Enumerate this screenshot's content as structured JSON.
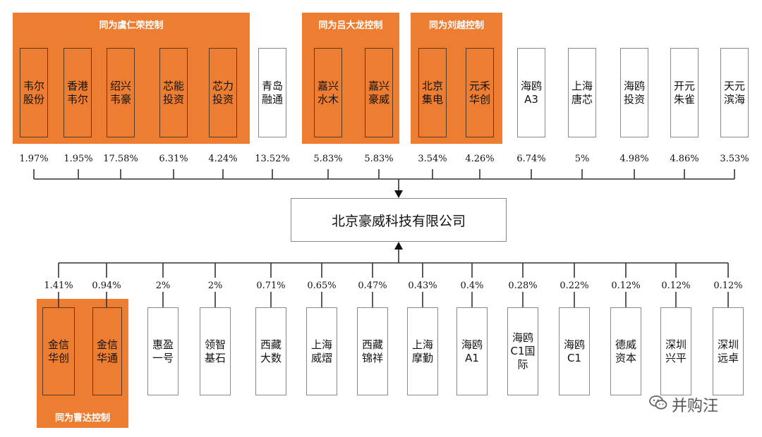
{
  "top_groups": [
    {
      "title": "同为虞仁荣控制"
    },
    {
      "title": "同为吕大龙控制"
    },
    {
      "title": "同为刘越控制"
    }
  ],
  "bottom_group": {
    "title": "同为曹达控制"
  },
  "center": {
    "name": "北京豪威科技有限公司"
  },
  "top_shareholders": [
    {
      "name": "韦尔股份",
      "pct": "1.97%",
      "group": 0
    },
    {
      "name": "香港韦尔",
      "pct": "1.95%",
      "group": 0
    },
    {
      "name": "绍兴韦豪",
      "pct": "17.58%",
      "group": 0
    },
    {
      "name": "芯能投资",
      "pct": "6.31%",
      "group": 0
    },
    {
      "name": "芯力投资",
      "pct": "4.24%",
      "group": 0
    },
    {
      "name": "青岛融通",
      "pct": "13.52%",
      "group": null
    },
    {
      "name": "嘉兴水木",
      "pct": "5.83%",
      "group": 1
    },
    {
      "name": "嘉兴豪威",
      "pct": "5.83%",
      "group": 1
    },
    {
      "name": "北京集电",
      "pct": "3.54%",
      "group": 2
    },
    {
      "name": "元禾华创",
      "pct": "4.26%",
      "group": 2
    },
    {
      "name": "海鸥A3",
      "pct": "6.74%",
      "group": null
    },
    {
      "name": "上海唐芯",
      "pct": "5%",
      "group": null
    },
    {
      "name": "海鸥投资",
      "pct": "4.98%",
      "group": null
    },
    {
      "name": "开元朱雀",
      "pct": "4.86%",
      "group": null
    },
    {
      "name": "天元滨海",
      "pct": "3.53%",
      "group": null
    }
  ],
  "bottom_shareholders": [
    {
      "name": "金信华创",
      "pct": "1.41%",
      "group": 0
    },
    {
      "name": "金信华通",
      "pct": "0.94%",
      "group": 0
    },
    {
      "name": "惠盈一号",
      "pct": "2%",
      "group": null
    },
    {
      "name": "领智基石",
      "pct": "2%",
      "group": null
    },
    {
      "name": "西藏大数",
      "pct": "0.71%",
      "group": null
    },
    {
      "name": "上海威熠",
      "pct": "0.65%",
      "group": null
    },
    {
      "name": "西藏锦祥",
      "pct": "0.47%",
      "group": null
    },
    {
      "name": "上海摩勤",
      "pct": "0.43%",
      "group": null
    },
    {
      "name": "海鸥A1",
      "pct": "0.4%",
      "group": null
    },
    {
      "name": "海鸥C1国际",
      "pct": "0.28%",
      "group": null
    },
    {
      "name": "海鸥C1",
      "pct": "0.22%",
      "group": null
    },
    {
      "name": "德威资本",
      "pct": "0.12%",
      "group": null
    },
    {
      "name": "深圳兴平",
      "pct": "0.12%",
      "group": null
    },
    {
      "name": "深圳远卓",
      "pct": "0.12%",
      "group": null
    }
  ],
  "watermark": {
    "text": "并购汪",
    "icon": "wechat-icon"
  },
  "colors": {
    "group_fill": "#ed7d31",
    "line": "#333333",
    "box_border": "#8a8a8a"
  }
}
